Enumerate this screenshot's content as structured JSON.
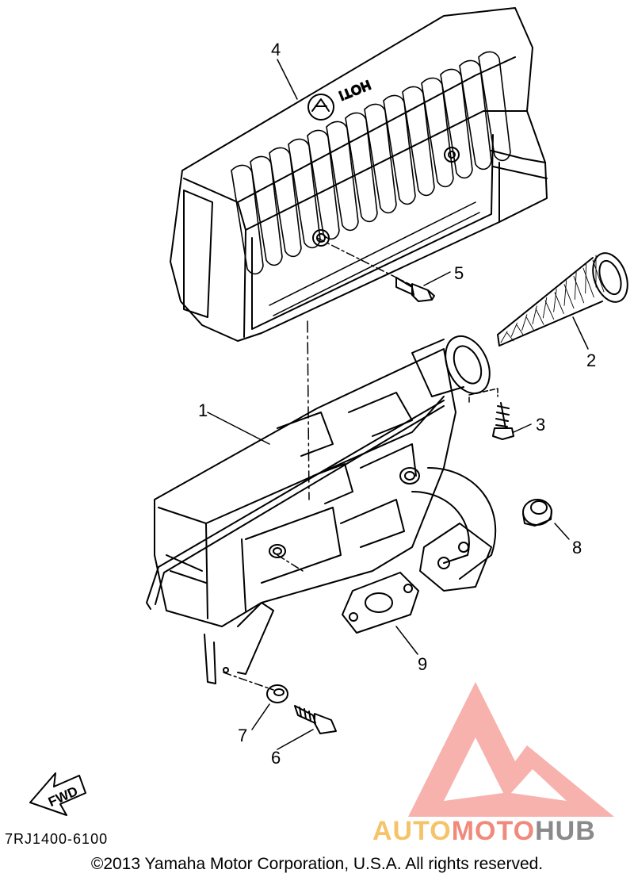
{
  "diagram": {
    "callouts": [
      {
        "id": "1",
        "label": "1"
      },
      {
        "id": "2",
        "label": "2"
      },
      {
        "id": "3",
        "label": "3"
      },
      {
        "id": "4",
        "label": "4"
      },
      {
        "id": "5",
        "label": "5"
      },
      {
        "id": "6",
        "label": "6"
      },
      {
        "id": "7",
        "label": "7"
      },
      {
        "id": "8",
        "label": "8"
      },
      {
        "id": "9",
        "label": "9"
      }
    ],
    "cover_text": "HOT!",
    "fwd_label": "FWD",
    "part_code": "7RJ1400-6100",
    "copyright": "©2013 Yamaha Motor Corporation, U.S.A. All rights reserved."
  },
  "watermark": {
    "text_a": "AUTO",
    "text_b": "MOTO",
    "text_c": "HUB",
    "colors": {
      "a": "#f5c46a",
      "b": "#f08a7c",
      "c": "#8a8a8a",
      "logo": "#f6a5a0"
    }
  }
}
